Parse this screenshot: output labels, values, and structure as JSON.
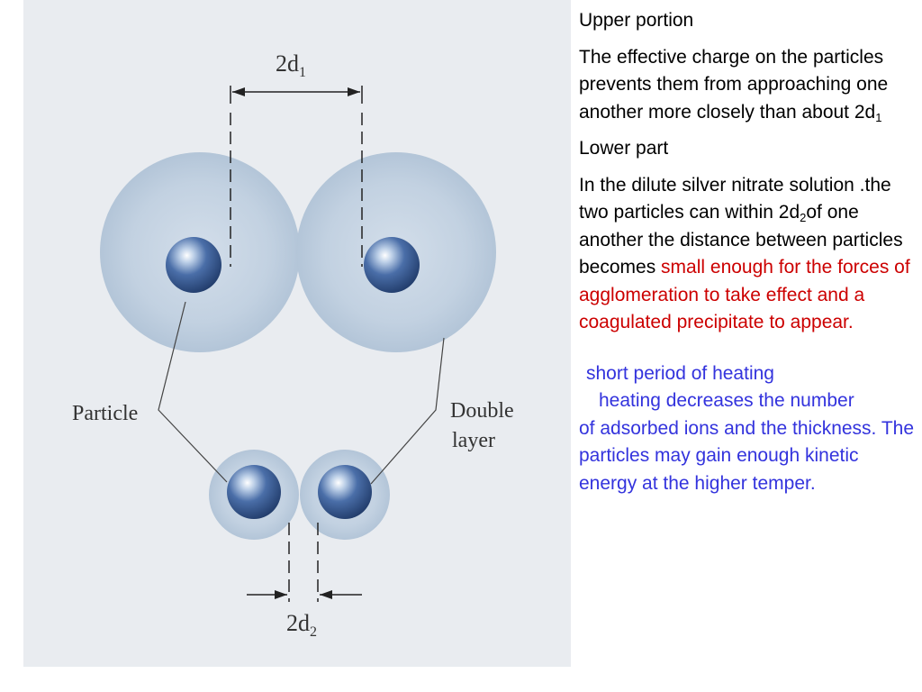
{
  "figure": {
    "label_top": "2d",
    "label_top_sub": "1",
    "label_bottom": "2d",
    "label_bottom_sub": "2",
    "label_particle": "Particle",
    "label_double": "Double",
    "label_layer": "layer"
  },
  "text": {
    "upper_heading": "Upper portion",
    "upper_body": "The effective charge on the particles prevents them from approaching one another more closely than about 2d",
    "upper_body_sub": "1",
    "lower_heading": "Lower part",
    "lower_body_1": "In the dilute silver nitrate solution .the two particles can within 2d",
    "lower_body_sub": "2",
    "lower_body_2": "of one another the distance between particles becomes ",
    "lower_body_red": "small enough for the forces of agglomeration to take effect and a coagulated precipitate to appear.",
    "blue_heading": "short period of heating",
    "blue_body_first": "heating decreases the number",
    "blue_body_rest": "of adsorbed ions and the thickness. The particles may gain enough kinetic energy at the higher temper."
  },
  "colors": {
    "background": "#ffffff",
    "figure_bg": "#e9ecf0",
    "double_layer": "#c3d1e0",
    "particle_core": "#2e4f86",
    "red_text": "#cc0000",
    "blue_text": "#3333dd"
  }
}
